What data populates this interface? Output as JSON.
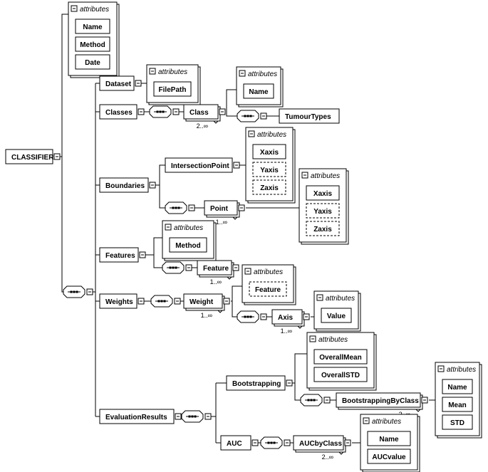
{
  "attributes_label": "attributes",
  "classifier": {
    "root": "CLASSIFIER",
    "root_attributes": [
      "Name",
      "Method",
      "Date"
    ],
    "dataset": "Dataset",
    "dataset_attributes": [
      "FilePath"
    ],
    "classes": "Classes",
    "class": "Class",
    "class_multiplicity": "2..∞",
    "class_attributes": [
      "Name"
    ],
    "tumour_types": "TumourTypes",
    "boundaries": "Boundaries",
    "intersection_point": "IntersectionPoint",
    "intersection_attributes": [
      "Xaxis",
      "Yaxis",
      "Zaxis"
    ],
    "point": "Point",
    "point_multiplicity": "1..∞",
    "point_attributes": [
      "Xaxis",
      "Yaxis",
      "Zaxis"
    ],
    "features": "Features",
    "features_attributes": [
      "Method"
    ],
    "feature": "Feature",
    "feature_multiplicity": "1..∞",
    "weights": "Weights",
    "weight": "Weight",
    "weight_multiplicity": "1..∞",
    "weight_attributes": [
      "Feature"
    ],
    "axis": "Axis",
    "axis_multiplicity": "1..∞",
    "axis_attributes": [
      "Value"
    ],
    "evaluation_results": "EvaluationResults",
    "bootstrapping": "Bootstrapping",
    "bootstrapping_attributes": [
      "OverallMean",
      "OverallSTD"
    ],
    "bootstrapping_by_class": "BootstrappingByClass",
    "bootstrapping_by_class_multiplicity": "2..∞",
    "bootstrapping_by_class_attributes": [
      "Name",
      "Mean",
      "STD"
    ],
    "auc": "AUC",
    "auc_by_class": "AUCbyClass",
    "auc_by_class_multiplicity": "2..∞",
    "auc_by_class_attributes": [
      "Name",
      "AUCvalue"
    ]
  }
}
